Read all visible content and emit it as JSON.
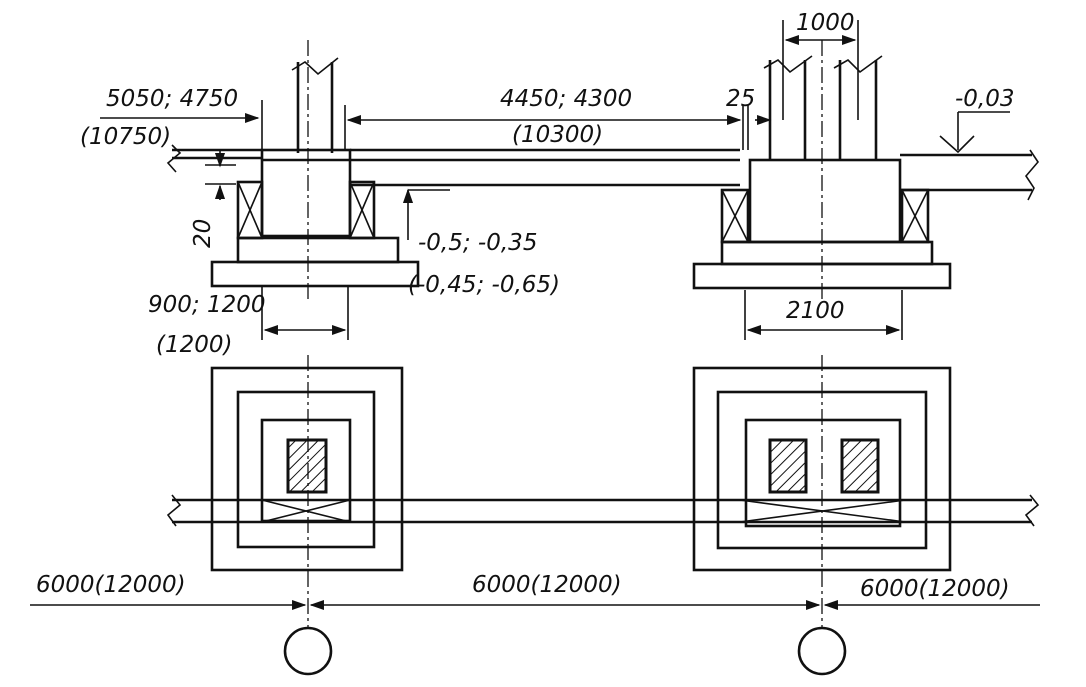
{
  "dimensions": {
    "top_left_width": "5050; 4750",
    "top_left_width_alt": "(10750)",
    "top_span": "4450; 4300",
    "top_span_alt": "(10300)",
    "column_gap": "25",
    "column_pair": "1000",
    "ground_level": "-0,03",
    "beam_height": "20",
    "bottom_level": "-0,5; -0,35",
    "bottom_level_alt": "(-0,45; -0,65)",
    "left_footing": "900; 1200",
    "left_footing_alt": "(1200)",
    "right_footing": "2100",
    "left_spacing": "6000(12000)",
    "mid_spacing": "6000(12000)",
    "right_spacing": "6000(12000)"
  }
}
